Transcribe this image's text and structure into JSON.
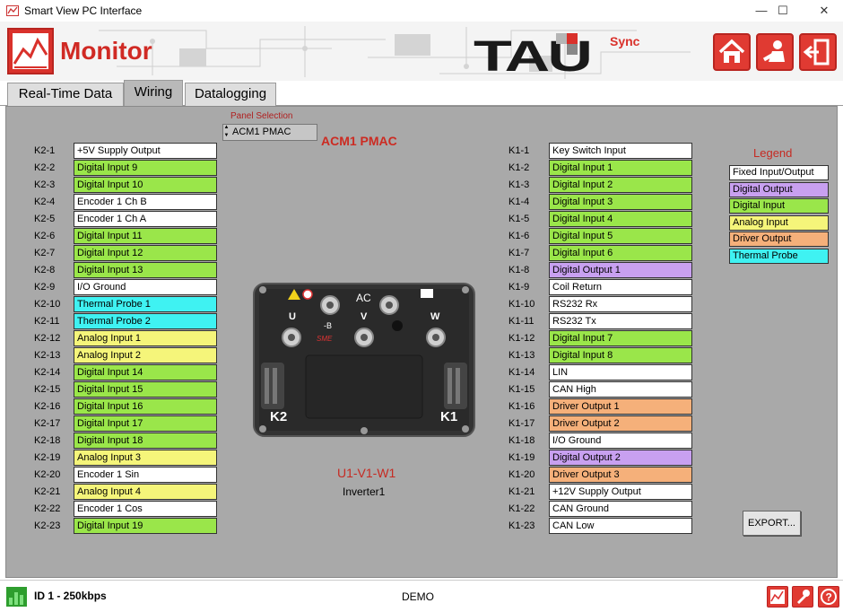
{
  "window": {
    "title": "Smart View PC Interface",
    "minimize_glyph": "—",
    "maximize_glyph": "☐",
    "close_glyph": "✕"
  },
  "header": {
    "title": "Monitor",
    "logo_text": "TAU",
    "logo_sync": "Sync",
    "buttons": [
      "home-icon",
      "user-settings-icon",
      "exit-icon"
    ]
  },
  "tabs": [
    {
      "label": "Real-Time Data",
      "active": false
    },
    {
      "label": "Wiring",
      "active": true
    },
    {
      "label": "Datalogging",
      "active": false
    }
  ],
  "panel_selection": {
    "label": "Panel Selection",
    "value": "ACM1 PMAC",
    "title": "ACM1 PMAC"
  },
  "colors": {
    "fixed": "#ffffff",
    "digital_output": "#c8a0f0",
    "digital_input": "#9ae64a",
    "analog_input": "#f5f57a",
    "driver_output": "#f5b07a",
    "thermal_probe": "#3ff2f2"
  },
  "k2": [
    {
      "pin": "K2-1",
      "label": "+5V Supply Output",
      "type": "fixed"
    },
    {
      "pin": "K2-2",
      "label": "Digital Input 9",
      "type": "digital_input"
    },
    {
      "pin": "K2-3",
      "label": "Digital Input 10",
      "type": "digital_input"
    },
    {
      "pin": "K2-4",
      "label": "Encoder 1 Ch B",
      "type": "fixed"
    },
    {
      "pin": "K2-5",
      "label": "Encoder 1 Ch A",
      "type": "fixed"
    },
    {
      "pin": "K2-6",
      "label": "Digital Input 11",
      "type": "digital_input"
    },
    {
      "pin": "K2-7",
      "label": "Digital Input 12",
      "type": "digital_input"
    },
    {
      "pin": "K2-8",
      "label": "Digital Input 13",
      "type": "digital_input"
    },
    {
      "pin": "K2-9",
      "label": "I/O Ground",
      "type": "fixed"
    },
    {
      "pin": "K2-10",
      "label": "Thermal Probe 1",
      "type": "thermal_probe"
    },
    {
      "pin": "K2-11",
      "label": "Thermal Probe 2",
      "type": "thermal_probe"
    },
    {
      "pin": "K2-12",
      "label": "Analog Input 1",
      "type": "analog_input"
    },
    {
      "pin": "K2-13",
      "label": "Analog Input 2",
      "type": "analog_input"
    },
    {
      "pin": "K2-14",
      "label": "Digital Input 14",
      "type": "digital_input"
    },
    {
      "pin": "K2-15",
      "label": "Digital Input 15",
      "type": "digital_input"
    },
    {
      "pin": "K2-16",
      "label": "Digital Input 16",
      "type": "digital_input"
    },
    {
      "pin": "K2-17",
      "label": "Digital Input 17",
      "type": "digital_input"
    },
    {
      "pin": "K2-18",
      "label": "Digital Input 18",
      "type": "digital_input"
    },
    {
      "pin": "K2-19",
      "label": "Analog Input 3",
      "type": "analog_input"
    },
    {
      "pin": "K2-20",
      "label": "Encoder 1 Sin",
      "type": "fixed"
    },
    {
      "pin": "K2-21",
      "label": "Analog Input 4",
      "type": "analog_input"
    },
    {
      "pin": "K2-22",
      "label": "Encoder 1 Cos",
      "type": "fixed"
    },
    {
      "pin": "K2-23",
      "label": "Digital Input 19",
      "type": "digital_input"
    }
  ],
  "k1": [
    {
      "pin": "K1-1",
      "label": "Key Switch Input",
      "type": "fixed"
    },
    {
      "pin": "K1-2",
      "label": "Digital Input 1",
      "type": "digital_input"
    },
    {
      "pin": "K1-3",
      "label": "Digital Input 2",
      "type": "digital_input"
    },
    {
      "pin": "K1-4",
      "label": "Digital Input 3",
      "type": "digital_input"
    },
    {
      "pin": "K1-5",
      "label": "Digital Input 4",
      "type": "digital_input"
    },
    {
      "pin": "K1-6",
      "label": "Digital Input 5",
      "type": "digital_input"
    },
    {
      "pin": "K1-7",
      "label": "Digital Input 6",
      "type": "digital_input"
    },
    {
      "pin": "K1-8",
      "label": "Digital Output 1",
      "type": "digital_output"
    },
    {
      "pin": "K1-9",
      "label": "Coil Return",
      "type": "fixed"
    },
    {
      "pin": "K1-10",
      "label": "RS232 Rx",
      "type": "fixed"
    },
    {
      "pin": "K1-11",
      "label": "RS232 Tx",
      "type": "fixed"
    },
    {
      "pin": "K1-12",
      "label": "Digital Input 7",
      "type": "digital_input"
    },
    {
      "pin": "K1-13",
      "label": "Digital Input 8",
      "type": "digital_input"
    },
    {
      "pin": "K1-14",
      "label": "LIN",
      "type": "fixed"
    },
    {
      "pin": "K1-15",
      "label": "CAN High",
      "type": "fixed"
    },
    {
      "pin": "K1-16",
      "label": "Driver Output 1",
      "type": "driver_output"
    },
    {
      "pin": "K1-17",
      "label": "Driver Output 2",
      "type": "driver_output"
    },
    {
      "pin": "K1-18",
      "label": "I/O Ground",
      "type": "fixed"
    },
    {
      "pin": "K1-19",
      "label": "Digital Output 2",
      "type": "digital_output"
    },
    {
      "pin": "K1-20",
      "label": "Driver Output 3",
      "type": "driver_output"
    },
    {
      "pin": "K1-21",
      "label": "+12V Supply Output",
      "type": "fixed"
    },
    {
      "pin": "K1-22",
      "label": "CAN Ground",
      "type": "fixed"
    },
    {
      "pin": "K1-23",
      "label": "CAN Low",
      "type": "fixed"
    }
  ],
  "legend": {
    "title": "Legend",
    "items": [
      {
        "label": "Fixed Input/Output",
        "type": "fixed"
      },
      {
        "label": "Digital Output",
        "type": "digital_output"
      },
      {
        "label": "Digital Input",
        "type": "digital_input"
      },
      {
        "label": "Analog Input",
        "type": "analog_input"
      },
      {
        "label": "Driver Output",
        "type": "driver_output"
      },
      {
        "label": "Thermal Probe",
        "type": "thermal_probe"
      }
    ]
  },
  "device": {
    "k2_label": "K2",
    "k1_label": "K1",
    "u": "U",
    "v": "V",
    "w": "W",
    "b_minus": "-B",
    "ac": "AC",
    "brand": "SME"
  },
  "motor": {
    "phases": "U1-V1-W1",
    "inverter": "Inverter1"
  },
  "export_label": "EXPORT...",
  "status": {
    "connection": "ID 1 - 250kbps",
    "mode": "DEMO",
    "buttons": [
      "monitor-icon",
      "tool-icon",
      "help-icon"
    ]
  }
}
